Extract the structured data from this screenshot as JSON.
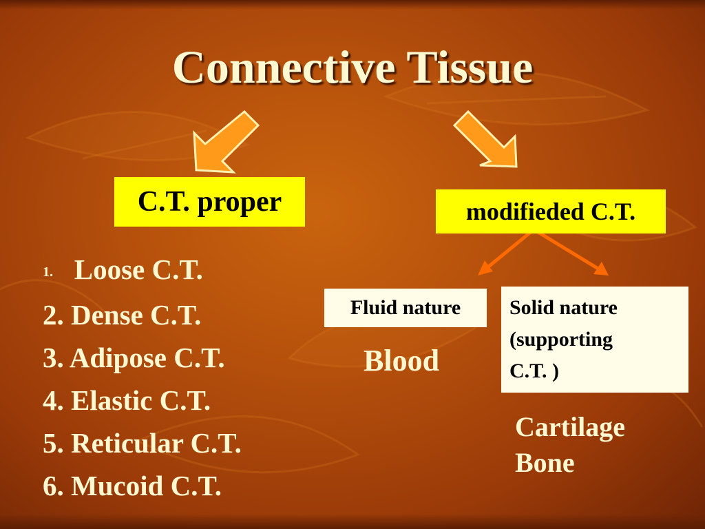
{
  "title": "Connective Tissue",
  "ct_proper": {
    "label": "C.T. proper",
    "types": [
      {
        "num": "1.",
        "name": "Loose C.T."
      },
      {
        "num": "2.",
        "name": "Dense C.T."
      },
      {
        "num": "3.",
        "name": "Adipose C.T."
      },
      {
        "num": "4.",
        "name": "Elastic C.T."
      },
      {
        "num": "5.",
        "name": "Reticular C.T."
      },
      {
        "num": "6.",
        "name": "Mucoid C.T."
      }
    ]
  },
  "modified_ct": {
    "label": "modifieded C.T.",
    "fluid": {
      "label": "Fluid nature",
      "examples": [
        "Blood"
      ]
    },
    "solid": {
      "label_lines": [
        "Solid nature",
        "(supporting",
        "C.T. )"
      ],
      "examples": [
        "Cartilage",
        "Bone"
      ]
    }
  },
  "colors": {
    "background": "#b5500c",
    "highlight_box": "#ffff00",
    "cream_box": "#fffde8",
    "text": "#fff8d0",
    "arrow": "#ff9a1a"
  }
}
